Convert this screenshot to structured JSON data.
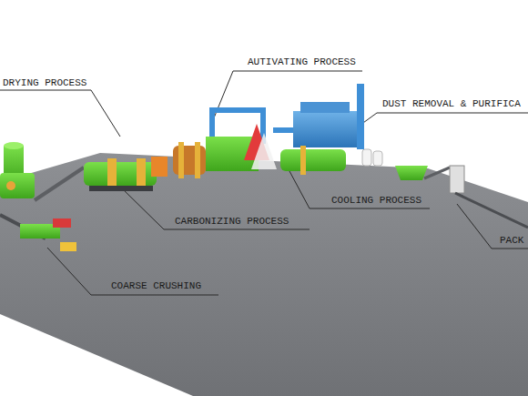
{
  "diagram": {
    "labels": [
      "DRYING PROCESS",
      "AUTIVATING PROCESS",
      "DUST REMOVAL & PURIFICA",
      "COOLING PROCESS",
      "CARBONIZING PROCESS",
      "COARSE CRUSHING",
      "PACK"
    ]
  }
}
